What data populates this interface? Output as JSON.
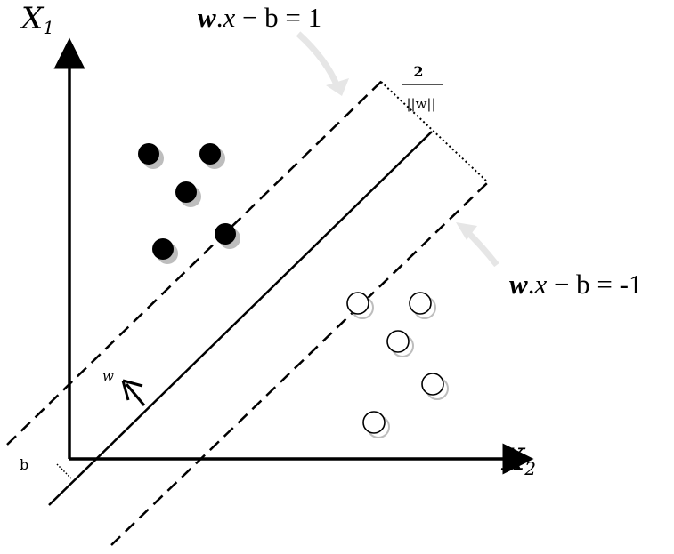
{
  "axes": {
    "vertical_label_main": "X",
    "vertical_label_sub": "1",
    "horizontal_label_main": "X",
    "horizontal_label_sub": "2",
    "intercept_label": "b"
  },
  "equations": {
    "upper_margin": {
      "w": "w",
      "dot": ".",
      "x": "x",
      "rest": " − b = 1"
    },
    "lower_margin": {
      "w": "w",
      "dot": ".",
      "x": "x",
      "rest": " − b = -1"
    }
  },
  "margin_width": {
    "numerator": "2",
    "denominator": "||w||"
  },
  "normal_vector_label": "w",
  "classes": {
    "filled_points_count": 5,
    "hollow_points_count": 5
  },
  "colors": {
    "ink": "#000000",
    "shadow": "#bdbdbd",
    "pointer_arrow": "#e6e6e6"
  }
}
